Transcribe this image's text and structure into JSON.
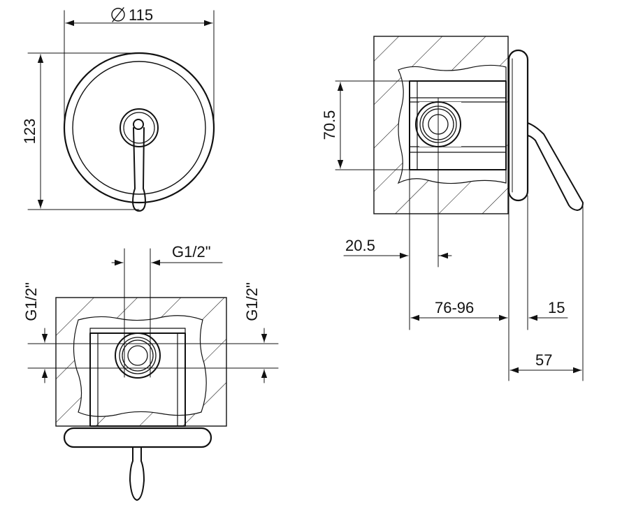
{
  "diagram": {
    "front_view": {
      "diameter_label": "115",
      "height_label": "123"
    },
    "side_view": {
      "depth_label": "70.5",
      "offset_label": "20.5",
      "range_label": "76-96",
      "plate_label": "15",
      "projection_label": "57"
    },
    "bottom_view": {
      "top_port_label": "G1/2\"",
      "left_port_label": "G1/2\"",
      "right_port_label": "G1/2\""
    },
    "colors": {
      "line": "#111111",
      "background": "#ffffff"
    }
  }
}
